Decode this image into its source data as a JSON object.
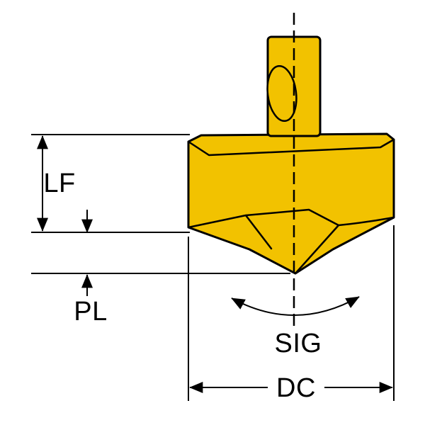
{
  "diagram": {
    "labels": {
      "lf": "LF",
      "pl": "PL",
      "sig": "SIG",
      "dc": "DC"
    },
    "colors": {
      "insert_fill": "#F2C200",
      "line": "#000000",
      "background": "#FFFFFF"
    }
  }
}
